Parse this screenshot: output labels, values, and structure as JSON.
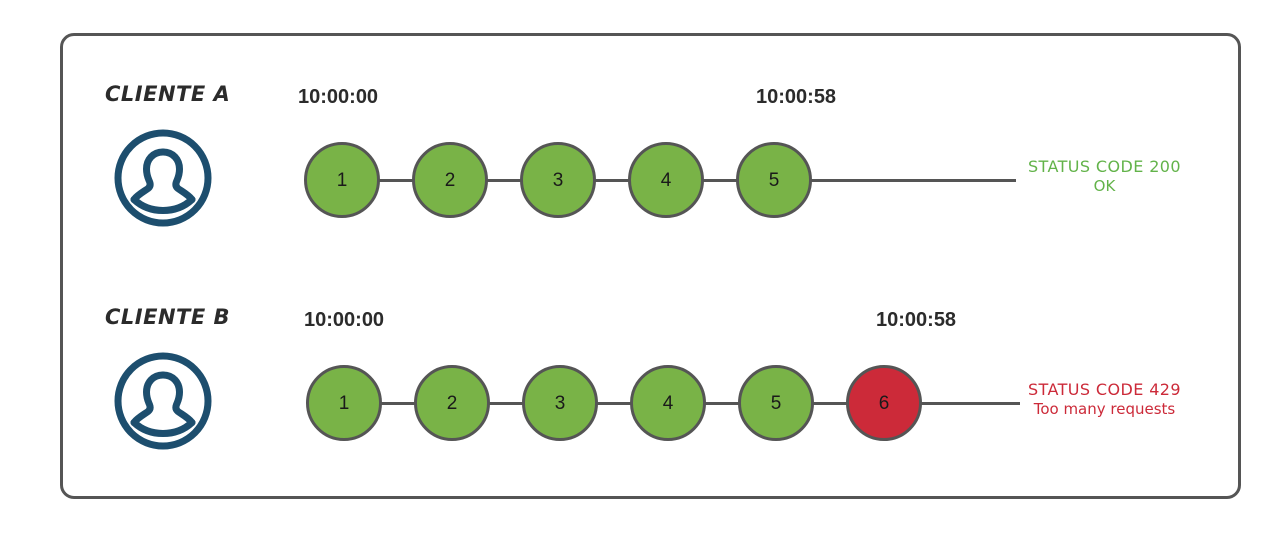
{
  "diagram": {
    "title_visible": false,
    "frame": {
      "border_color": "#555555"
    },
    "colors": {
      "node_ok": "#79b347",
      "node_blocked": "#cc2a39",
      "node_border": "#555555",
      "connector": "#555555",
      "avatar": "#1d4e6e",
      "status_ok_text": "#63b34a",
      "status_error_text": "#cc2a39",
      "label_text": "#2b2b2b"
    },
    "rows": [
      {
        "client_label": "CLIENTE A",
        "avatar_icon": "user-avatar-icon",
        "start_time": "10:00:00",
        "end_time": "10:00:58",
        "nodes": [
          {
            "number": "1",
            "state": "ok"
          },
          {
            "number": "2",
            "state": "ok"
          },
          {
            "number": "3",
            "state": "ok"
          },
          {
            "number": "4",
            "state": "ok"
          },
          {
            "number": "5",
            "state": "ok"
          }
        ],
        "status": {
          "line1": "STATUS CODE 200",
          "line2": "OK",
          "state": "ok"
        }
      },
      {
        "client_label": "CLIENTE B",
        "avatar_icon": "user-avatar-icon",
        "start_time": "10:00:00",
        "end_time": "10:00:58",
        "nodes": [
          {
            "number": "1",
            "state": "ok"
          },
          {
            "number": "2",
            "state": "ok"
          },
          {
            "number": "3",
            "state": "ok"
          },
          {
            "number": "4",
            "state": "ok"
          },
          {
            "number": "5",
            "state": "ok"
          },
          {
            "number": "6",
            "state": "blocked"
          }
        ],
        "status": {
          "line1": "STATUS CODE 429",
          "line2": "Too many requests",
          "state": "err"
        }
      }
    ]
  }
}
